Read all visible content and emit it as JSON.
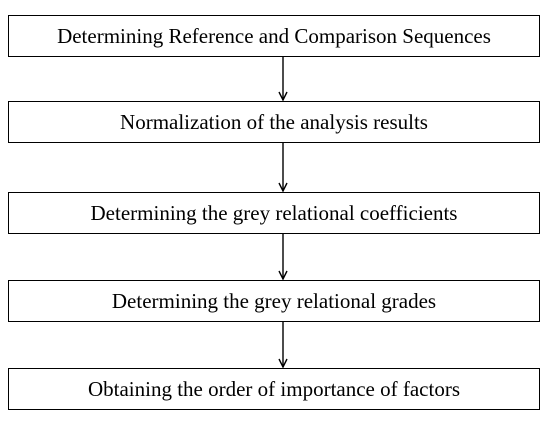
{
  "flowchart": {
    "steps": [
      {
        "label": "Determining Reference and Comparison Sequences"
      },
      {
        "label": "Normalization of the analysis results"
      },
      {
        "label": "Determining the grey relational coefficients"
      },
      {
        "label": "Determining the grey relational grades"
      },
      {
        "label": "Obtaining the order of importance of factors"
      }
    ],
    "line_color": "#000000"
  }
}
